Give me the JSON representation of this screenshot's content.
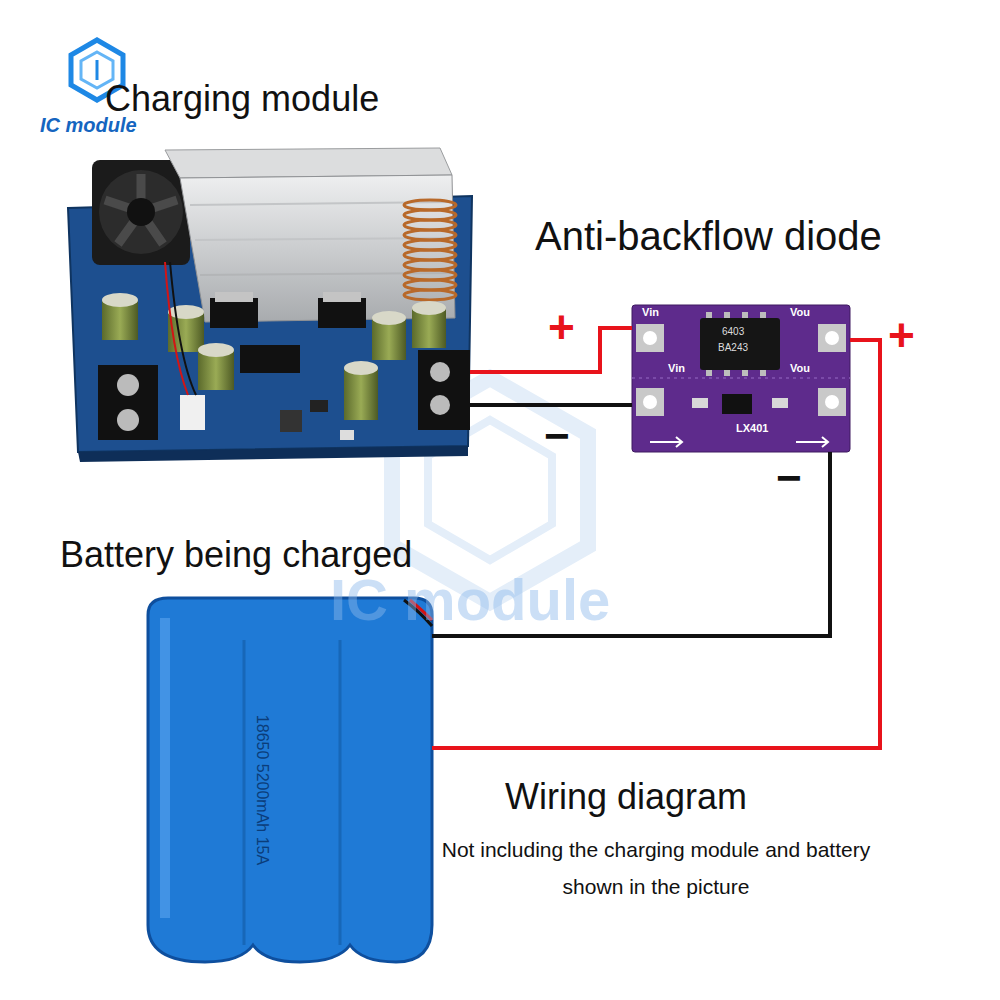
{
  "diagram": {
    "title": "Wiring diagram",
    "caption": "Not including the charging module and battery shown in the picture",
    "nodes": [
      {
        "text": [
          "Charging module"
        ]
      },
      {
        "text": [
          "Anti-backflow diode"
        ]
      },
      {
        "text": [
          "Battery being charged"
        ]
      }
    ],
    "edges": [
      {
        "from": 0,
        "to": 1,
        "arrow": "none",
        "label": "+"
      },
      {
        "from": 0,
        "to": 1,
        "arrow": "none",
        "label": "−"
      },
      {
        "from": 1,
        "to": 2,
        "arrow": "none",
        "label": "+"
      },
      {
        "from": 1,
        "to": 2,
        "arrow": "none",
        "label": "−"
      }
    ],
    "labels": [
      "IC module",
      "Vin",
      "Vou",
      "Vin",
      "Vou",
      "6403",
      "BA243",
      "LX401",
      "IC module",
      "18650 5200mAh 15A"
    ]
  }
}
